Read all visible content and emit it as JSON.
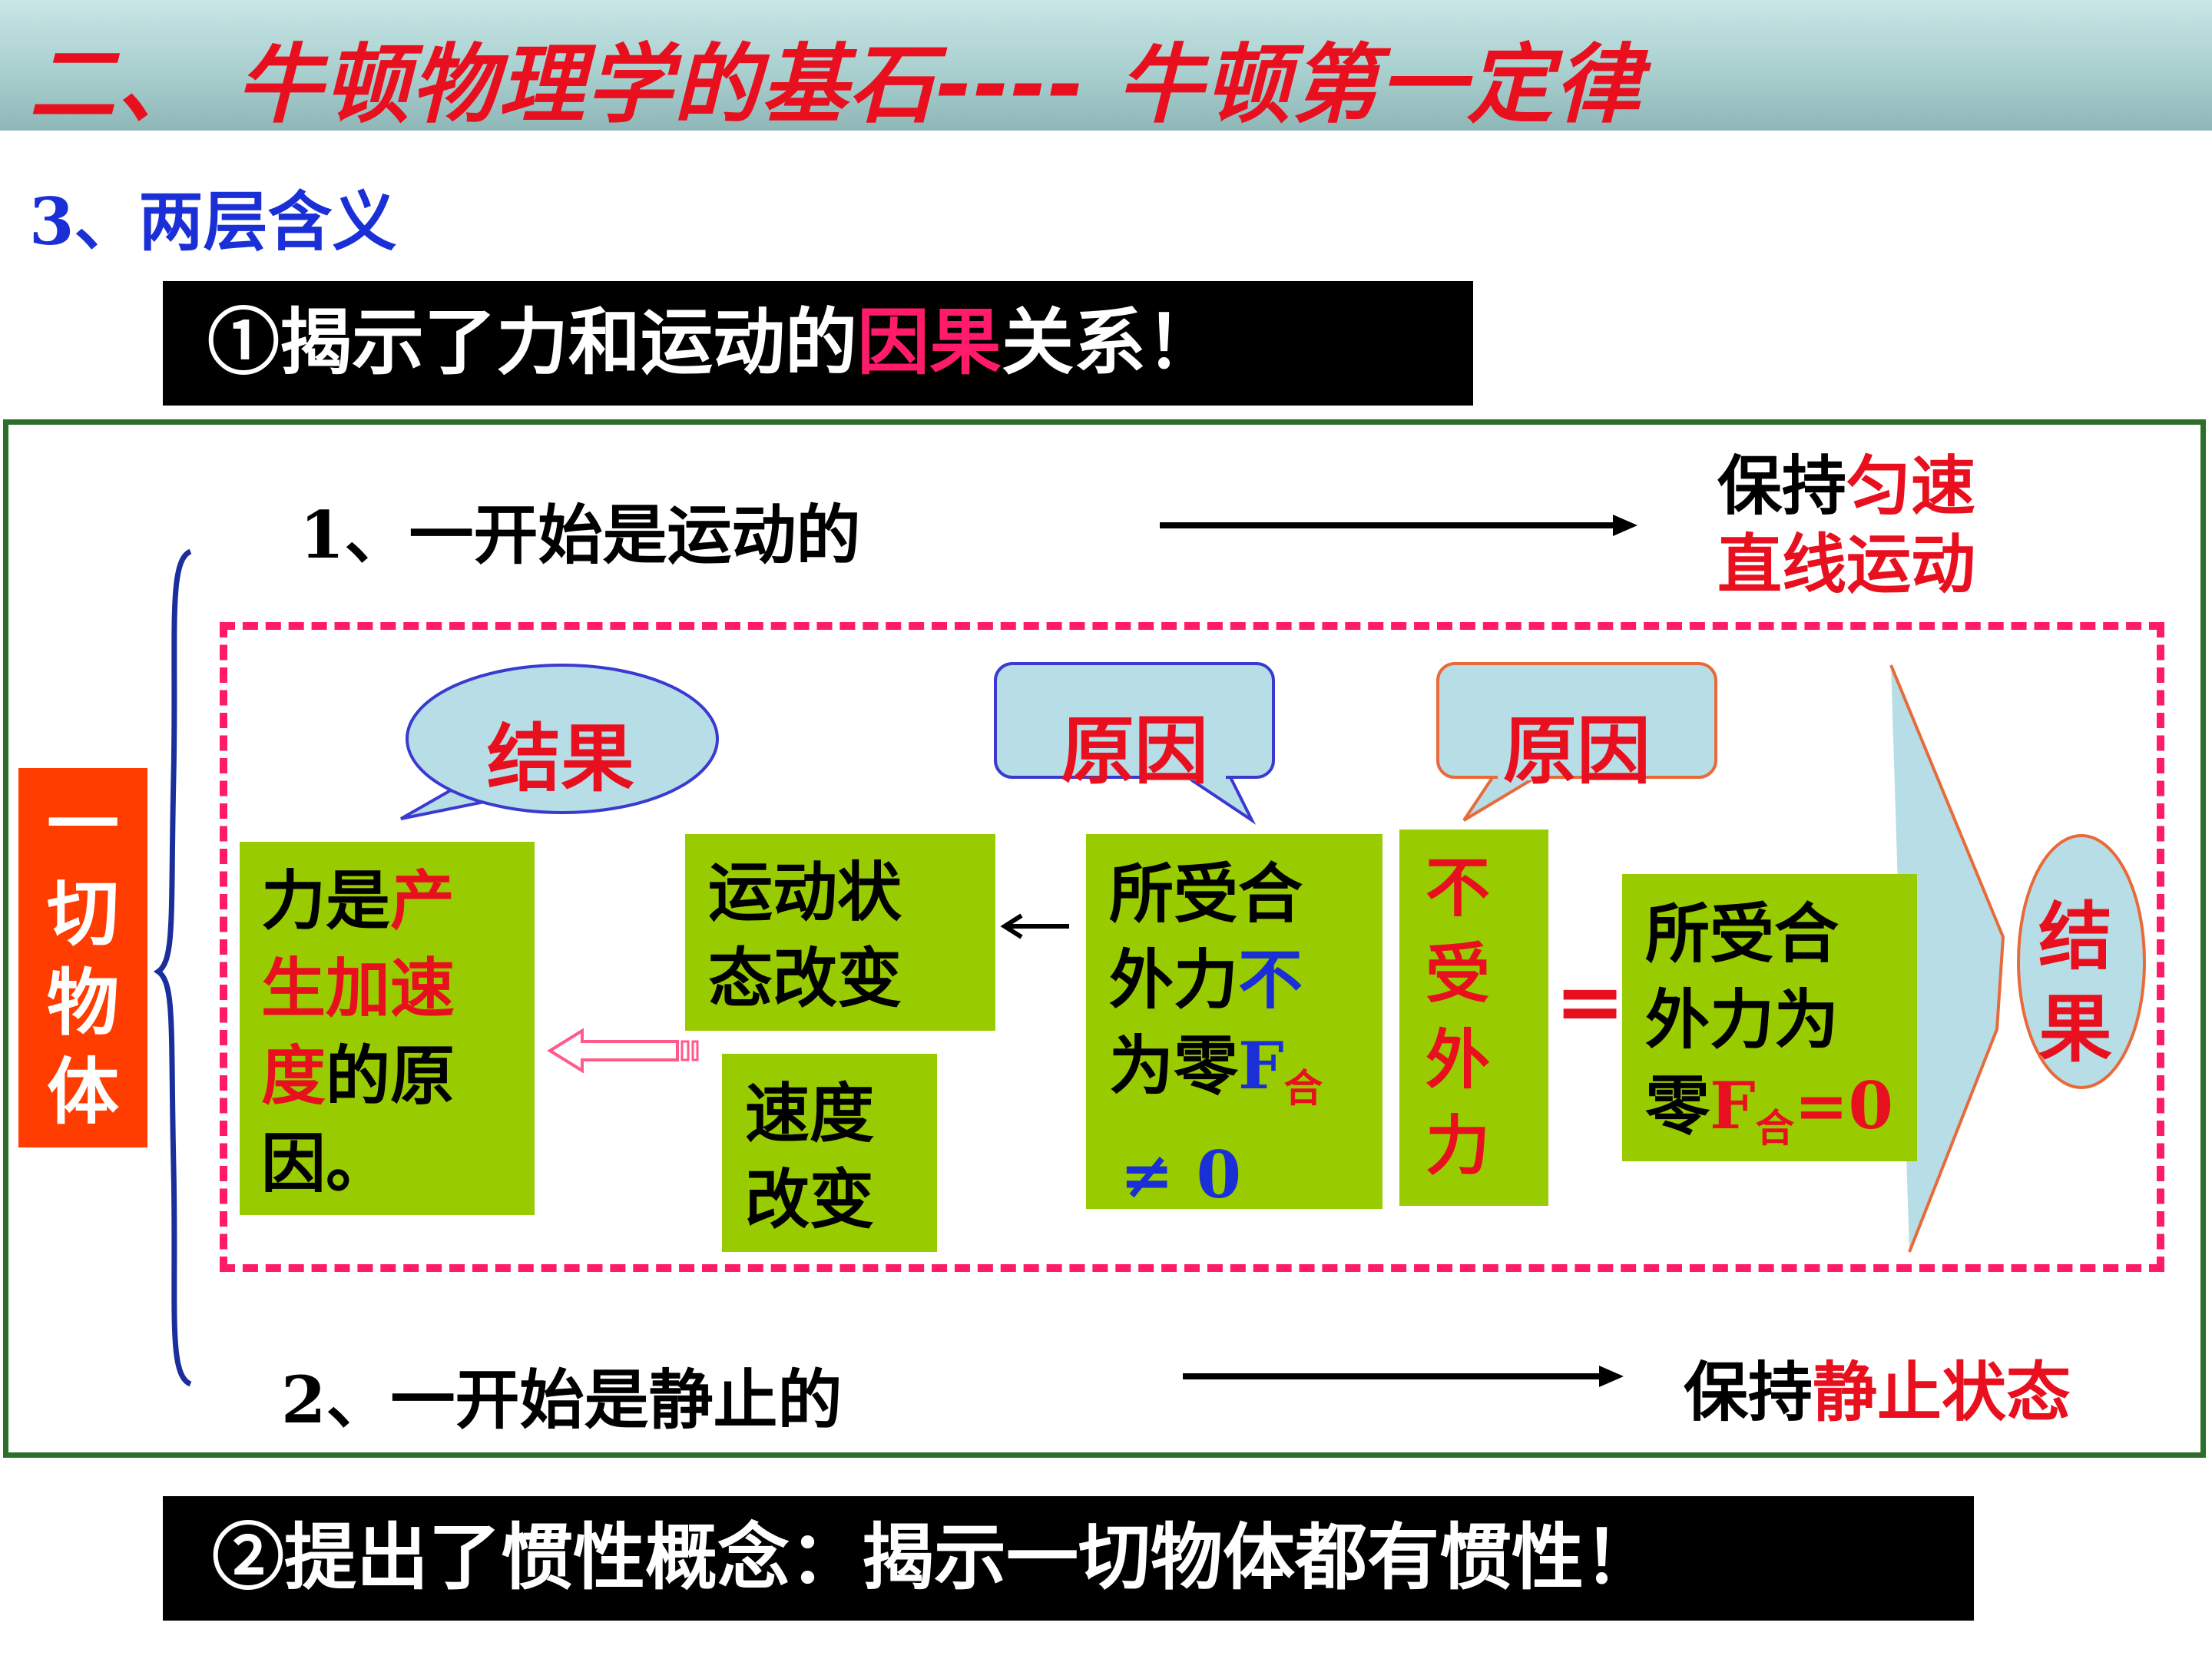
{
  "header": {
    "title": "二、  牛顿物理学的基石---- 牛顿第一定律"
  },
  "section": {
    "title": "3、两层含义"
  },
  "meaning1": {
    "prefix": "①揭示了力和运动的",
    "highlight": "因果",
    "suffix": "关系！"
  },
  "meaning2": {
    "text": "②提出了惯性概念：揭示一切物体都有惯性！"
  },
  "diagram": {
    "subject": "一切物体",
    "case1": {
      "label": "1、一开始是运动的",
      "result_black": "保持",
      "result_red_1": "匀速",
      "result_red_2": "直线运动"
    },
    "case2": {
      "label": "2、一开始是静止的",
      "result_black": "保持",
      "result_red": "静止状态"
    },
    "bubble_result_left": "结果",
    "bubble_cause_mid": "原因",
    "bubble_cause_right": "原因",
    "bubble_result_right": "结果",
    "box_force": {
      "t1": "力是",
      "t2": "产",
      "t3": "生加速",
      "t4": "度",
      "t5": "的原",
      "t6": "因。"
    },
    "box_motion_state": {
      "line1": "运动状",
      "line2": "态改变"
    },
    "box_speed_change": {
      "line1": "速度",
      "line2": "改变"
    },
    "box_net_force_nonzero": {
      "line1": "所受合",
      "line2a": "外力",
      "line2b": "不",
      "line3a": "为零",
      "line3b": "F",
      "line3c": "合",
      "line4": "≠  0"
    },
    "box_no_force": {
      "text": "不受外力"
    },
    "equals": "=",
    "box_net_force_zero": {
      "line1": "所受合",
      "line2": "外力为",
      "line3a": "零",
      "line3b": "F",
      "line3c": "合",
      "line3d": "=0"
    }
  },
  "colors": {
    "accent_red": "#e8101e",
    "blue": "#1a2fd6",
    "green_box": "#99cc00",
    "orange_box": "#ff3d00",
    "dash_pink": "#ff1a6a",
    "frame_green": "#2e6e2b",
    "bubble_fill": "#b7dde6"
  }
}
